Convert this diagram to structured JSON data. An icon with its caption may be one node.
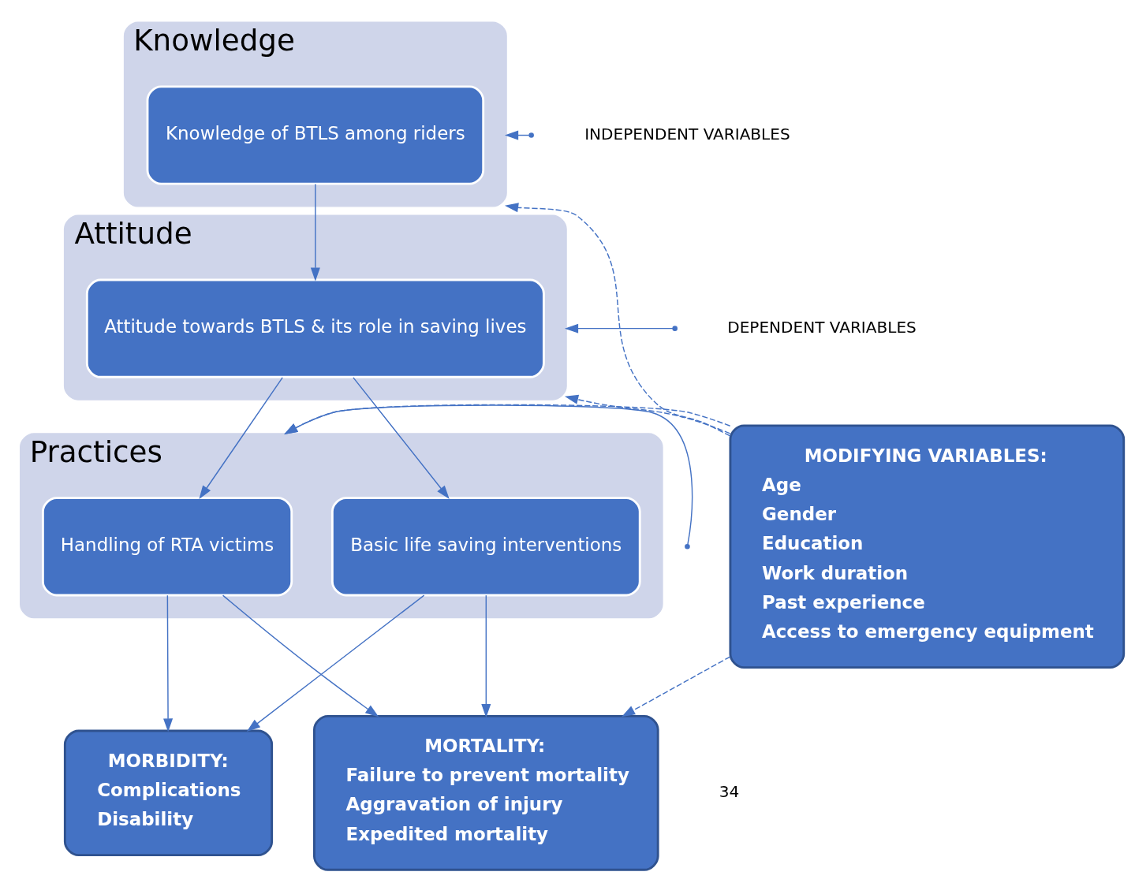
{
  "diagram": {
    "nodes": [
      {
        "text": [
          "Knowledge"
        ]
      },
      {
        "text": [
          "Knowledge of BTLS among riders"
        ],
        "in": 0
      },
      {
        "text": [
          "Attitude"
        ]
      },
      {
        "text": [
          "Attitude towards BTLS & its role in saving lives"
        ],
        "in": 2
      },
      {
        "text": [
          "Practices"
        ]
      },
      {
        "text": [
          "Handling of RTA victims"
        ],
        "in": 4
      },
      {
        "text": [
          "Basic life saving interventions"
        ],
        "in": 4
      },
      {
        "text": [
          "MODIFYING VARIABLES:",
          "Age",
          "Gender",
          "Education",
          "Work duration",
          "Past experience",
          "Access to emergency equipment"
        ]
      },
      {
        "text": [
          "MORBIDITY:",
          "Complications",
          "Disability"
        ]
      },
      {
        "text": [
          "MORTALITY:",
          "Failure to prevent mortality",
          "Aggravation of injury",
          "Expedited mortality"
        ]
      }
    ],
    "edges": [
      {
        "from": 1,
        "to": 3,
        "arrow": "to"
      },
      {
        "from": 3,
        "to": 5,
        "arrow": "to"
      },
      {
        "from": 3,
        "to": 6,
        "arrow": "to"
      },
      {
        "from": 5,
        "to": 8,
        "arrow": "to"
      },
      {
        "from": 5,
        "to": 9,
        "arrow": "to"
      },
      {
        "from": 6,
        "to": 8,
        "arrow": "to"
      },
      {
        "from": 6,
        "to": 9,
        "arrow": "to"
      },
      {
        "from": 7,
        "to": 0,
        "arrow": "to",
        "style": "dashed"
      },
      {
        "from": 7,
        "to": 2,
        "arrow": "to",
        "style": "dashed"
      },
      {
        "from": 7,
        "to": 4,
        "arrow": "to",
        "style": "dashed"
      },
      {
        "from": 7,
        "to": 9,
        "arrow": "to",
        "style": "dashed"
      },
      {
        "from": null,
        "to": 0,
        "arrow": "to"
      },
      {
        "from": null,
        "to": 2,
        "arrow": "to"
      },
      {
        "from": null,
        "to": 4,
        "arrow": "to"
      }
    ],
    "labels": [
      "INDEPENDENT VARIABLES",
      "DEPENDENT VARIABLES",
      "34"
    ]
  }
}
